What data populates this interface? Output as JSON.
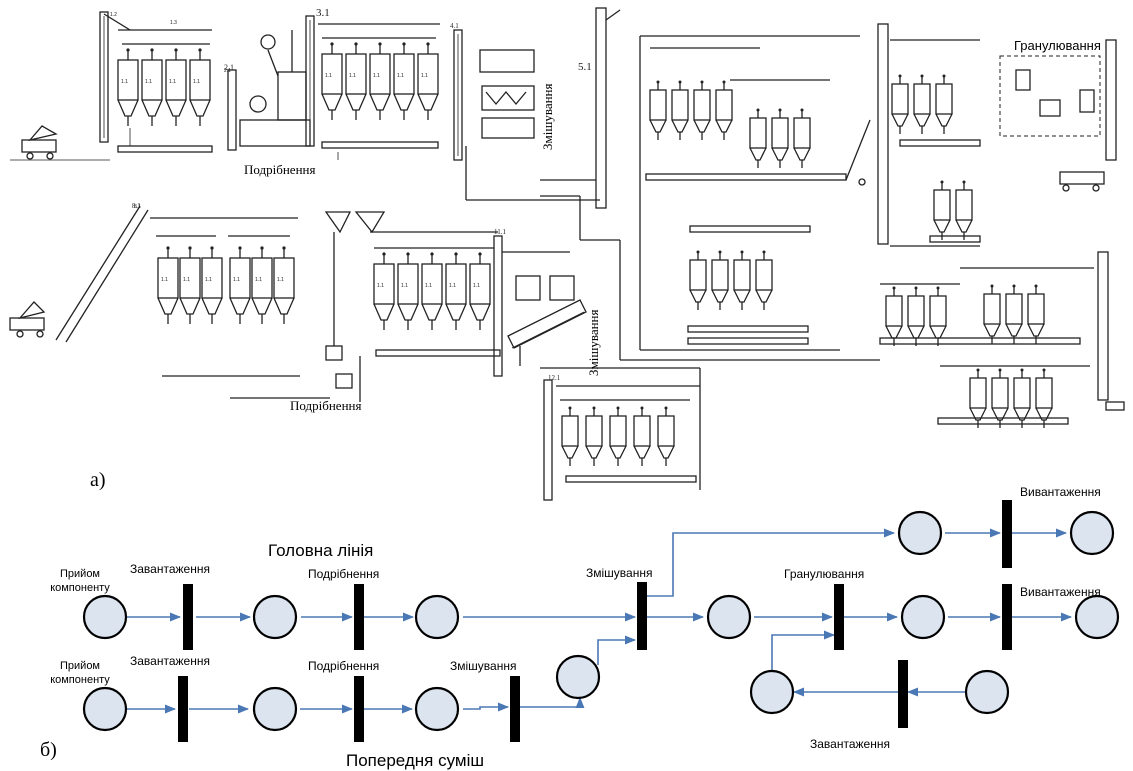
{
  "part_a": {
    "label": "а)",
    "unit_numbers": [
      "2.1",
      "3.1",
      "4.1",
      "5.1",
      "8.1",
      "11.1",
      "12.1"
    ],
    "process_labels": {
      "grinding_top": "Подрібнення",
      "grinding_bottom": "Подрібнення",
      "mixing_top": "Змішування",
      "mixing_bottom": "Змішування",
      "granulation": "Гранулювання"
    }
  },
  "part_b": {
    "label": "б)",
    "main_line_title": "Головна лінія",
    "premix_title": "Попередня суміш",
    "row1": {
      "intake": "Прийом\nкомпоненту",
      "loading": "Завантаження",
      "grinding": "Подрібнення"
    },
    "row2": {
      "intake": "Прийом\nкомпоненту",
      "loading": "Завантаження",
      "grinding": "Подрібнення",
      "mixing": "Змішування"
    },
    "mixing": "Змішування",
    "granulation": "Гранулювання",
    "unloading_top": "Вивантаження",
    "unloading_mid": "Вивантаження",
    "loading_bottom": "Завантаження"
  },
  "colors": {
    "place_fill": "#dce4f0",
    "arc": "#4a78b4",
    "transition": "#000000"
  }
}
